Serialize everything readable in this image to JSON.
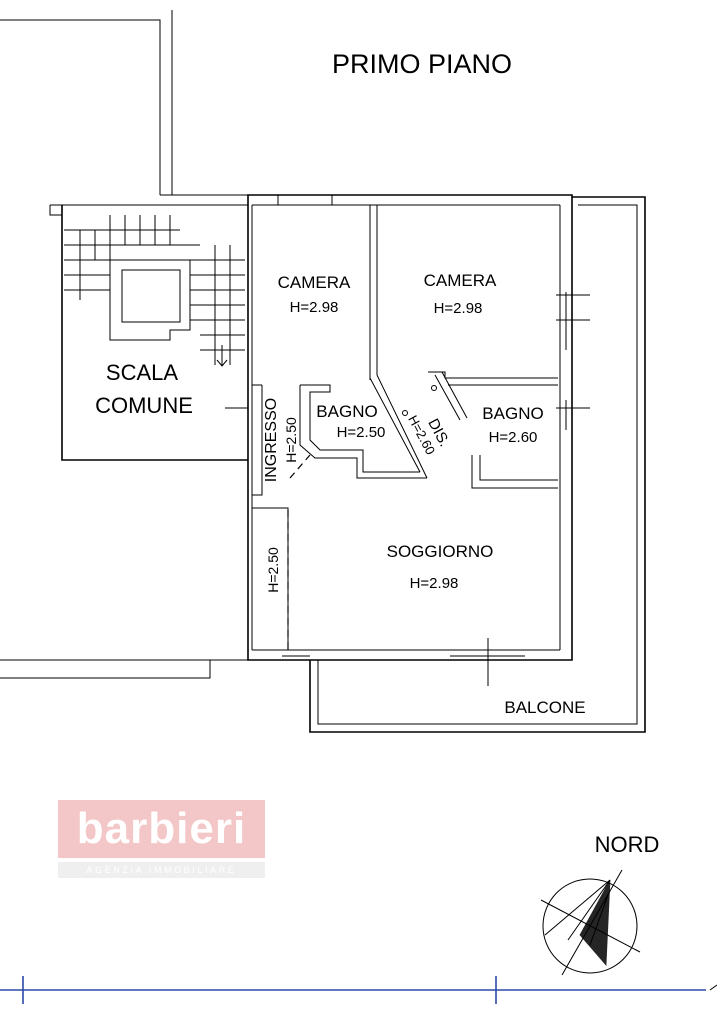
{
  "title": "PRIMO PIANO",
  "rooms": {
    "scala_label_1": "SCALA",
    "scala_label_2": "COMUNE",
    "camera_left": {
      "name": "CAMERA",
      "height": "H=2.98"
    },
    "camera_right": {
      "name": "CAMERA",
      "height": "H=2.98"
    },
    "bagno_left": {
      "name": "BAGNO",
      "height": "H=2.50"
    },
    "bagno_right": {
      "name": "BAGNO",
      "height": "H=2.60"
    },
    "dis": {
      "name": "DIS.",
      "height": "H=2.60"
    },
    "ingresso": {
      "name": "INGRESSO",
      "height": "H=2.50"
    },
    "corridor": {
      "height": "H=2.50"
    },
    "soggiorno": {
      "name": "SOGGIORNO",
      "height": "H=2.98"
    },
    "balcone": "BALCONE"
  },
  "north_label": "NORD",
  "logo": {
    "name": "barbieri",
    "tagline": "AGENZIA IMMOBILIARE"
  },
  "colors": {
    "logo_bg": "#f3c7c7",
    "scale_line": "#2b4aa8"
  }
}
